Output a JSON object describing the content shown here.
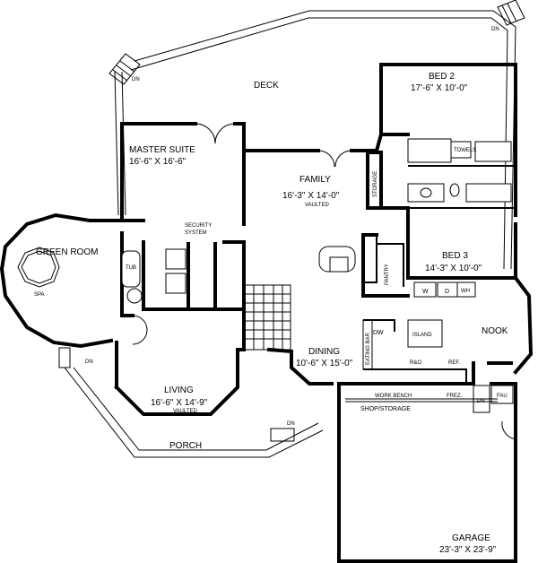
{
  "labels": {
    "deck": "DECK",
    "dn_deck_left": "DN",
    "dn_deck_right": "DN",
    "bed2": "BED 2",
    "bed2_dim": "17'-6\" X 10'-0\"",
    "towels": "TOWELS",
    "master_suite": "MASTER SUITE",
    "master_dim": "16'-6\" X 16'-6\"",
    "family": "FAMILY",
    "family_dim": "16'-3\" X 14'-0\"",
    "family_vaulted": "VAULTED",
    "storage": "STORAGE",
    "security": "SECURITY",
    "security2": "SYSTEM",
    "green_room": "GREEN ROOM",
    "tub": "TUB",
    "spa": "SPA",
    "bed3": "BED 3",
    "bed3_dim": "14'-3\" X 10'-0\"",
    "pantry": "PANTRY",
    "w": "W",
    "d": "D",
    "wh": "WH",
    "dw": "DW",
    "island": "ISLAND",
    "nook": "NOOK",
    "eating_bar": "EATING BAR",
    "dining": "DINING",
    "dining_dim": "10'-6\" X 15'-0\"",
    "rbo": "R&O",
    "ref": "REF.",
    "dn_green": "DN",
    "living": "LIVING",
    "living_dim": "16'-6\" X 14'-9\"",
    "living_vaulted": "VAULTED",
    "work_bench": "WORK BENCH",
    "frez": "FREZ.",
    "dn_shop": "DN",
    "fau": "FAU",
    "shop_storage": "SHOP/STORAGE",
    "dn_porch": "DN",
    "porch": "PORCH",
    "garage": "GARAGE",
    "garage_dim": "23'-3\" X 23'-9\""
  }
}
